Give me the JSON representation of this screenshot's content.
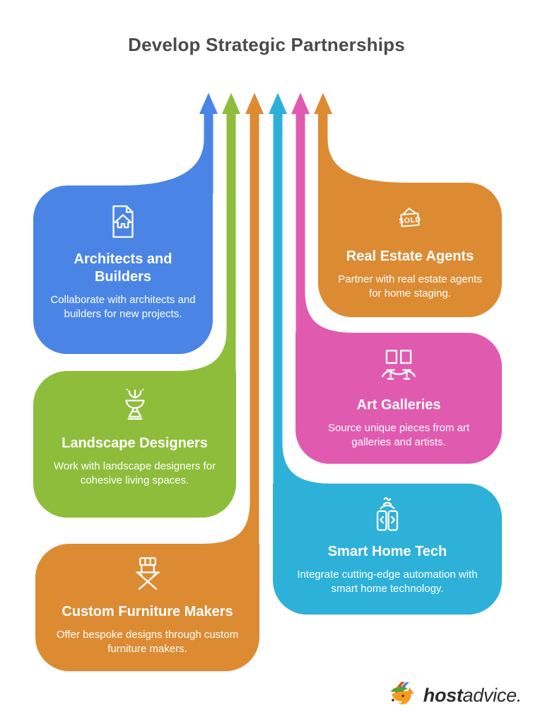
{
  "title": "Develop Strategic Partnerships",
  "colors": {
    "blue": "#4a85e6",
    "green": "#8ebd3c",
    "orange": "#dd8b33",
    "pink": "#e05bb0",
    "cyan": "#2eb1d9",
    "title_text": "#4a4a4a",
    "card_text": "#ffffff"
  },
  "cards": [
    {
      "id": "architects-and-builders",
      "title": "Architects and Builders",
      "body": "Collaborate with architects and builders for new projects.",
      "color": "#4a85e6",
      "icon": "house-document-icon"
    },
    {
      "id": "landscape-designers",
      "title": "Landscape Designers",
      "body": "Work with landscape designers for cohesive living spaces.",
      "color": "#8ebd3c",
      "icon": "fountain-icon"
    },
    {
      "id": "custom-furniture-makers",
      "title": "Custom Furniture Makers",
      "body": "Offer bespoke designs through custom furniture makers.",
      "color": "#dd8b33",
      "icon": "directors-chair-icon"
    },
    {
      "id": "real-estate-agents",
      "title": "Real Estate Agents",
      "body": "Partner with real estate agents for home staging.",
      "color": "#dd8b33",
      "icon": "sold-sign-icon",
      "icon_label": "SOLD"
    },
    {
      "id": "art-galleries",
      "title": "Art Galleries",
      "body": "Source unique pieces from art galleries and artists.",
      "color": "#e05bb0",
      "icon": "gallery-frames-icon"
    },
    {
      "id": "smart-home-tech",
      "title": "Smart Home Tech",
      "body": "Integrate cutting-edge automation with smart home technology.",
      "color": "#2eb1d9",
      "icon": "smart-home-doors-icon"
    }
  ],
  "flow_arrow_order_left_to_right": [
    "architects-and-builders",
    "landscape-designers",
    "custom-furniture-makers",
    "smart-home-tech",
    "art-galleries",
    "real-estate-agents"
  ],
  "logo": {
    "bold": "host",
    "regular": "advice."
  }
}
